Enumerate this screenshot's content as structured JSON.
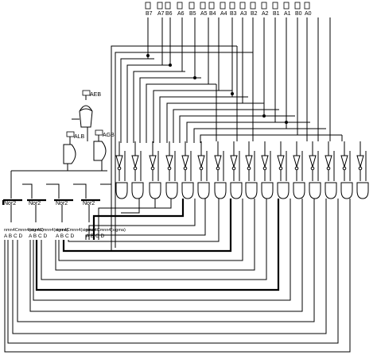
{
  "inputs": [
    "B7",
    "A7",
    "B6",
    "A6",
    "B5",
    "A5",
    "B4",
    "A4",
    "B3",
    "A3",
    "B2",
    "A2",
    "B1",
    "A1",
    "B0",
    "A0"
  ],
  "outputs": [
    "AEB",
    "ALB",
    "AGB"
  ],
  "nor_labels": [
    "Nor2",
    "Nor2",
    "Nor2",
    "Nor2"
  ],
  "module_labels": [
    "nmn4Cmnn4(sigma)",
    "nmn4Cmnn4(sigma)",
    "nmn4Cmnn4(sigma)",
    "nmn4Cmnn4(sigma)"
  ],
  "module_ports": [
    "A",
    "B",
    "C",
    "D"
  ],
  "colors": {
    "line": "#000000",
    "background": "#ffffff"
  }
}
